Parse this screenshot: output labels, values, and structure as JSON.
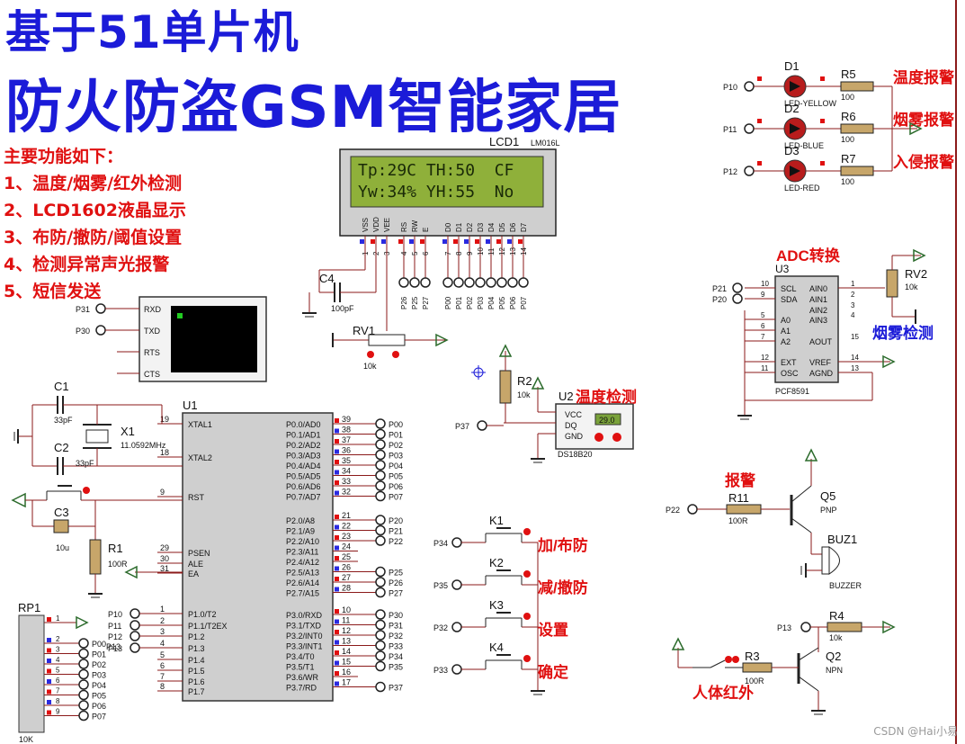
{
  "title_line1": "基于51单片机",
  "title_line2": "防火防盗GSM智能家居",
  "features": [
    "主要功能如下：",
    "1、温度/烟雾/红外检测",
    "2、LCD1602液晶显示",
    "3、布防/撤防/阈值设置",
    "4、检测异常声光报警",
    "5、短信发送"
  ],
  "lcd": {
    "ref": "LCD1",
    "model": "LM016L",
    "row1": "Tp:29C TH:50  CF",
    "row2": "Yw:34% YH:55  No",
    "pins": [
      "VSS",
      "VDD",
      "VEE",
      "RS",
      "RW",
      "E",
      "D0",
      "D1",
      "D2",
      "D3",
      "D4",
      "D5",
      "D6",
      "D7"
    ],
    "nets": [
      "P26",
      "P25",
      "P27",
      "P00",
      "P01",
      "P02",
      "P03",
      "P04",
      "P05",
      "P06",
      "P07"
    ]
  },
  "c4": {
    "ref": "C4",
    "value": "100pF"
  },
  "rv1": {
    "ref": "RV1",
    "value": "10k"
  },
  "terminal": {
    "pins": [
      "RXD",
      "TXD",
      "RTS",
      "CTS"
    ],
    "nets": [
      "P31",
      "P30"
    ]
  },
  "mcu": {
    "ref": "U1",
    "left_pins": [
      {
        "num": "19",
        "name": "XTAL1"
      },
      {
        "num": "18",
        "name": "XTAL2"
      },
      {
        "num": "9",
        "name": "RST"
      },
      {
        "num": "29",
        "name": "PSEN"
      },
      {
        "num": "30",
        "name": "ALE"
      },
      {
        "num": "31",
        "name": "EA"
      },
      {
        "num": "1",
        "name": "P1.0/T2"
      },
      {
        "num": "2",
        "name": "P1.1/T2EX"
      },
      {
        "num": "3",
        "name": "P1.2"
      },
      {
        "num": "4",
        "name": "P1.3"
      },
      {
        "num": "5",
        "name": "P1.4"
      },
      {
        "num": "6",
        "name": "P1.5"
      },
      {
        "num": "7",
        "name": "P1.6"
      },
      {
        "num": "8",
        "name": "P1.7"
      }
    ],
    "p0": [
      {
        "num": "39",
        "name": "P0.0/AD0",
        "net": "P00"
      },
      {
        "num": "38",
        "name": "P0.1/AD1",
        "net": "P01"
      },
      {
        "num": "37",
        "name": "P0.2/AD2",
        "net": "P02"
      },
      {
        "num": "36",
        "name": "P0.3/AD3",
        "net": "P03"
      },
      {
        "num": "35",
        "name": "P0.4/AD4",
        "net": "P04"
      },
      {
        "num": "34",
        "name": "P0.5/AD5",
        "net": "P05"
      },
      {
        "num": "33",
        "name": "P0.6/AD6",
        "net": "P06"
      },
      {
        "num": "32",
        "name": "P0.7/AD7",
        "net": "P07"
      }
    ],
    "p2": [
      {
        "num": "21",
        "name": "P2.0/A8",
        "net": "P20"
      },
      {
        "num": "22",
        "name": "P2.1/A9",
        "net": "P21"
      },
      {
        "num": "23",
        "name": "P2.2/A10",
        "net": "P22"
      },
      {
        "num": "24",
        "name": "P2.3/A11",
        "net": ""
      },
      {
        "num": "25",
        "name": "P2.4/A12",
        "net": ""
      },
      {
        "num": "26",
        "name": "P2.5/A13",
        "net": "P25"
      },
      {
        "num": "27",
        "name": "P2.6/A14",
        "net": "P26"
      },
      {
        "num": "28",
        "name": "P2.7/A15",
        "net": "P27"
      }
    ],
    "p3": [
      {
        "num": "10",
        "name": "P3.0/RXD",
        "net": "P30"
      },
      {
        "num": "11",
        "name": "P3.1/TXD",
        "net": "P31"
      },
      {
        "num": "12",
        "name": "P3.2/INT0",
        "net": "P32"
      },
      {
        "num": "13",
        "name": "P3.3/INT1",
        "net": "P33"
      },
      {
        "num": "14",
        "name": "P3.4/T0",
        "net": "P34"
      },
      {
        "num": "15",
        "name": "P3.5/T1",
        "net": "P35"
      },
      {
        "num": "16",
        "name": "P3.6/WR",
        "net": ""
      },
      {
        "num": "17",
        "name": "P3.7/RD",
        "net": "P37"
      }
    ],
    "p1_nets": [
      "P10",
      "P11",
      "P12",
      "P13"
    ]
  },
  "crystal": {
    "c1": "C1",
    "c1_val": "33pF",
    "c2": "C2",
    "c2_val": "33pF",
    "x1": "X1",
    "x1_val": "11.0592MHz"
  },
  "reset": {
    "c3": "C3",
    "c3_val": "10u",
    "r1": "R1",
    "r1_val": "100R"
  },
  "rp1": {
    "ref": "RP1",
    "value": "10K",
    "nets": [
      "P00",
      "P01",
      "P02",
      "P03",
      "P04",
      "P05",
      "P06",
      "P07"
    ],
    "pins": [
      "1",
      "2",
      "3",
      "4",
      "5",
      "6",
      "7",
      "8",
      "9"
    ],
    "p13": "P13"
  },
  "leds": [
    {
      "net": "P10",
      "ref": "D1",
      "label": "LED-YELLOW",
      "r": "R5",
      "rv": "100",
      "alarm": "温度报警"
    },
    {
      "net": "P11",
      "ref": "D2",
      "label": "LED-BLUE",
      "r": "R6",
      "rv": "100",
      "alarm": "烟雾报警"
    },
    {
      "net": "P12",
      "ref": "D3",
      "label": "LED-RED",
      "r": "R7",
      "rv": "100",
      "alarm": "入侵报警"
    }
  ],
  "adc": {
    "ref": "U3",
    "model": "PCF8591",
    "title": "ADC转换",
    "left": [
      "SCL",
      "SDA",
      "A0",
      "A1",
      "A2",
      "EXT",
      "OSC"
    ],
    "leftnums": [
      "10",
      "9",
      "5",
      "6",
      "7",
      "12",
      "11"
    ],
    "right": [
      "AIN0",
      "AIN1",
      "AIN2",
      "AIN3",
      "AOUT",
      "VREF",
      "AGND"
    ],
    "rightnums": [
      "1",
      "2",
      "3",
      "4",
      "15",
      "14",
      "13"
    ],
    "nets": [
      "P21",
      "P20"
    ],
    "rv2": "RV2",
    "rv2_val": "10k",
    "smoke": "烟雾检测"
  },
  "ds18b20": {
    "ref": "U2",
    "model": "DS18B20",
    "label": "温度检测",
    "pins": [
      "VCC",
      "DQ",
      "GND"
    ],
    "reading": "29.0",
    "r2": "R2",
    "r2_val": "10k",
    "net": "P37"
  },
  "keys": [
    {
      "ref": "K1",
      "net": "P34",
      "label": "加/布防"
    },
    {
      "ref": "K2",
      "net": "P35",
      "label": "减/撤防"
    },
    {
      "ref": "K3",
      "net": "P32",
      "label": "设置"
    },
    {
      "ref": "K4",
      "net": "P33",
      "label": "确定"
    }
  ],
  "buzzer": {
    "label": "报警",
    "net": "P22",
    "r": "R11",
    "rv": "100R",
    "q": "Q5",
    "qtype": "PNP",
    "buz": "BUZ1",
    "buzmodel": "BUZZER"
  },
  "pir": {
    "net": "P13",
    "r4": "R4",
    "r4v": "10k",
    "r3": "R3",
    "r3v": "100R",
    "q": "Q2",
    "qtype": "NPN",
    "label": "人体红外"
  },
  "watermark": "CSDN @Hai小易"
}
